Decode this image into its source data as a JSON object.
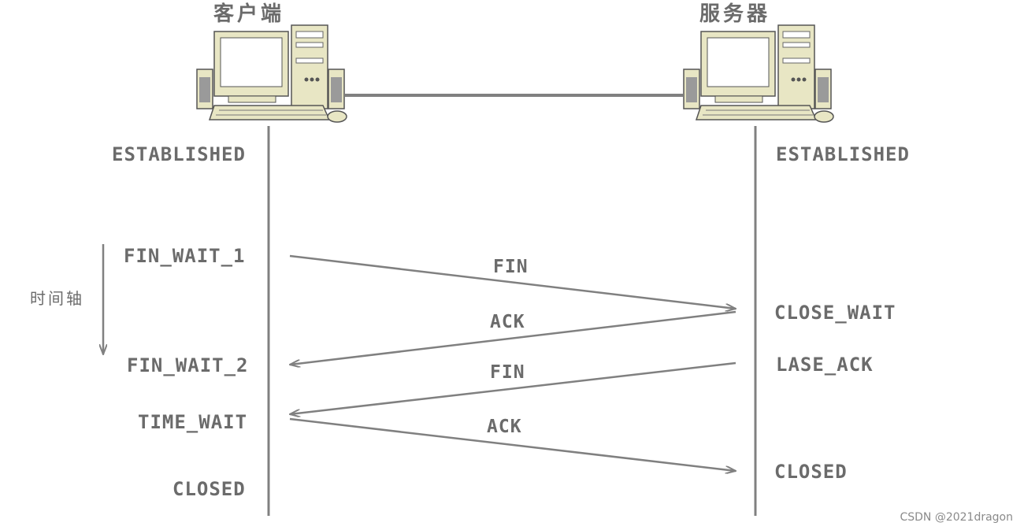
{
  "client": {
    "title": "客户端",
    "states": [
      "ESTABLISHED",
      "FIN_WAIT_1",
      "FIN_WAIT_2",
      "TIME_WAIT",
      "CLOSED"
    ]
  },
  "server": {
    "title": "服务器",
    "states": [
      "ESTABLISHED",
      "CLOSE_WAIT",
      "LASE_ACK",
      "CLOSED"
    ]
  },
  "timeline_label": "时间轴",
  "messages": [
    {
      "label": "FIN",
      "from": "client",
      "to": "server"
    },
    {
      "label": "ACK",
      "from": "server",
      "to": "client"
    },
    {
      "label": "FIN",
      "from": "server",
      "to": "client"
    },
    {
      "label": "ACK",
      "from": "client",
      "to": "server"
    }
  ],
  "icons": [
    "desktop-computer-icon",
    "desktop-computer-icon"
  ],
  "colors": {
    "line": "#808080",
    "text": "#6b6b6b",
    "pc_body": "#e8e6c4",
    "pc_screen": "#ffffff"
  },
  "watermark": "CSDN @2021dragon"
}
